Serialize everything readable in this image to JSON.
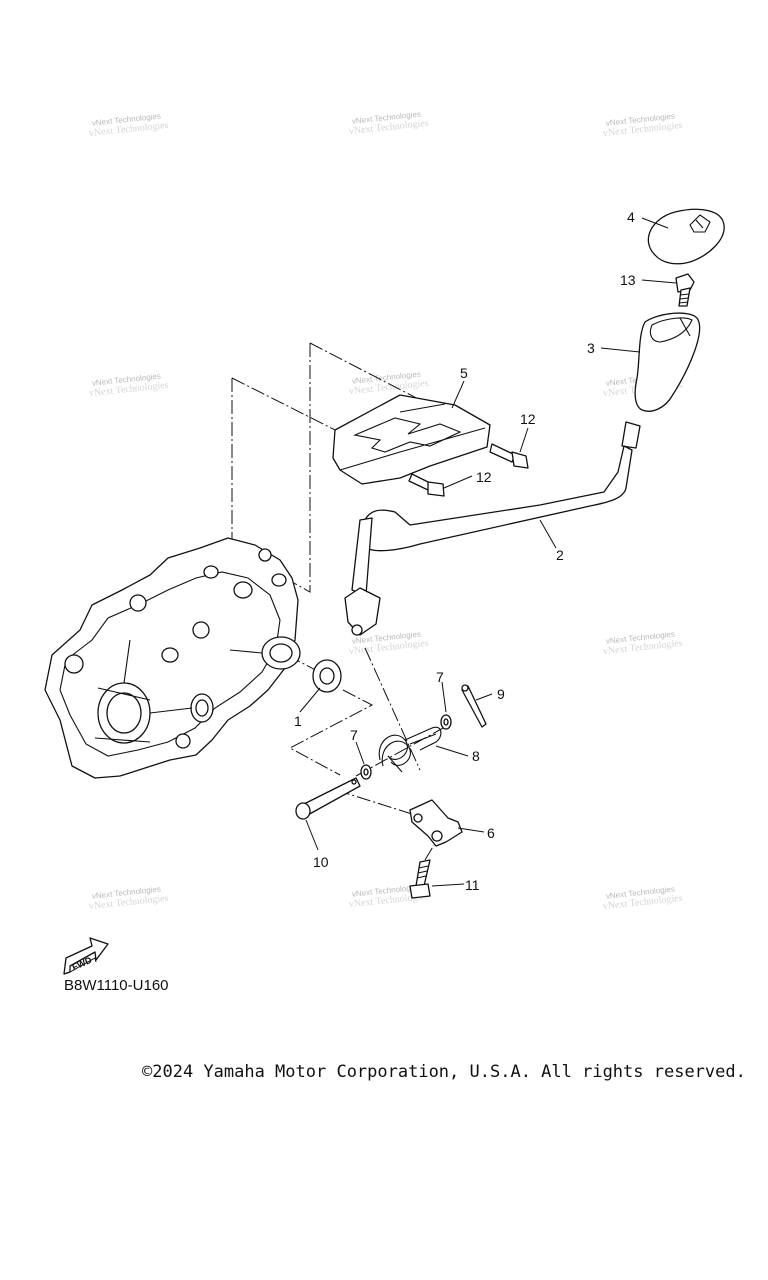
{
  "diagram": {
    "code": "B8W1110-U160",
    "fwd_label": "FWD",
    "watermark": "vNext Technologies",
    "callouts": [
      {
        "id": "1",
        "label": "1"
      },
      {
        "id": "2",
        "label": "2"
      },
      {
        "id": "3",
        "label": "3"
      },
      {
        "id": "4",
        "label": "4"
      },
      {
        "id": "5",
        "label": "5"
      },
      {
        "id": "6",
        "label": "6"
      },
      {
        "id": "7a",
        "label": "7"
      },
      {
        "id": "7b",
        "label": "7"
      },
      {
        "id": "8",
        "label": "8"
      },
      {
        "id": "9",
        "label": "9"
      },
      {
        "id": "10",
        "label": "10"
      },
      {
        "id": "11",
        "label": "11"
      },
      {
        "id": "12a",
        "label": "12"
      },
      {
        "id": "12b",
        "label": "12"
      },
      {
        "id": "13",
        "label": "13"
      }
    ]
  },
  "footer": {
    "copyright": "©2024 Yamaha Motor Corporation, U.S.A. All rights reserved."
  }
}
